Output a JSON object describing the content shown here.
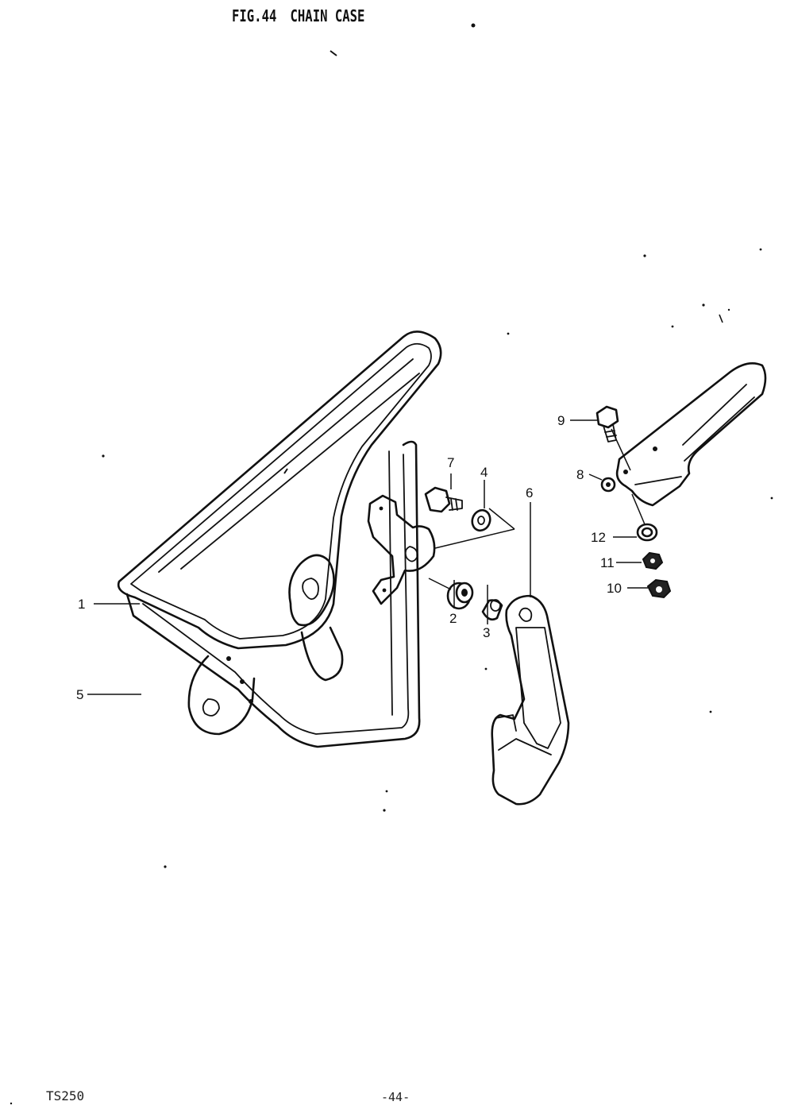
{
  "header": {
    "fig": "FIG.44",
    "name": "CHAIN CASE"
  },
  "footer": {
    "model": "TS250",
    "page": "-44-"
  },
  "callouts": {
    "c1": "1",
    "c2": "2",
    "c3": "3",
    "c4": "4",
    "c5": "5",
    "c6": "6",
    "c7": "7",
    "c8": "8",
    "c9": "9",
    "c10": "10",
    "c11": "11",
    "c12": "12"
  }
}
